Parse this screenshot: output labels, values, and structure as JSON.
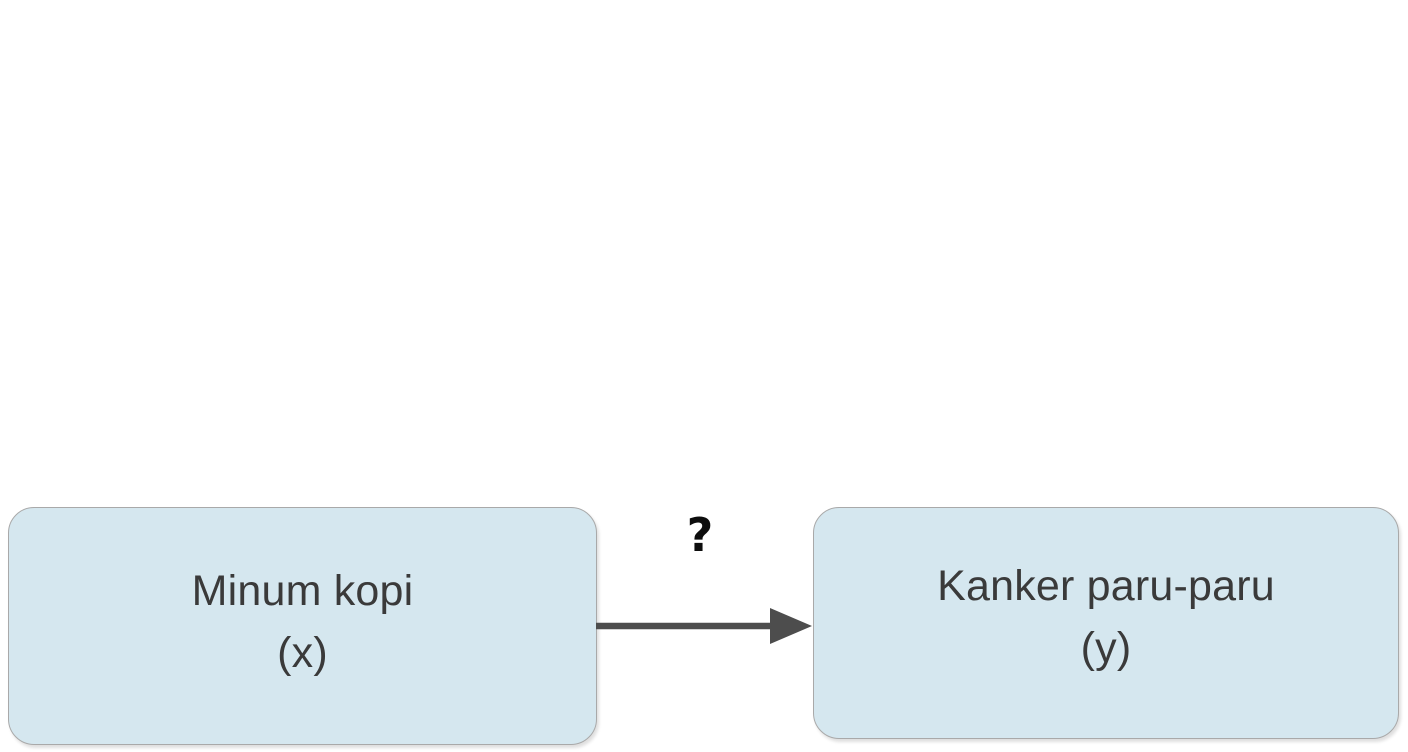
{
  "diagram": {
    "type": "causal-diagram",
    "title": "",
    "language": "id",
    "background_color": "#ffffff",
    "node_fill_color": "#d5e7ef",
    "node_border_color": "#a9a9a9",
    "node_text_color": "#3a3a3a",
    "edge_color": "#4d4d4d",
    "label_color": "#0d0d0d",
    "nodes": [
      {
        "id": "cause",
        "role": "cause",
        "line1": "Minum kopi",
        "line2": "(x)",
        "variable": "x"
      },
      {
        "id": "effect",
        "role": "effect",
        "line1": "Kanker paru-paru",
        "line2": "(y)",
        "variable": "y"
      }
    ],
    "edges": [
      {
        "id": "cause-to-effect",
        "from": "cause",
        "to": "effect",
        "label": "?",
        "direction": "right",
        "style": "solid-arrow"
      }
    ]
  }
}
